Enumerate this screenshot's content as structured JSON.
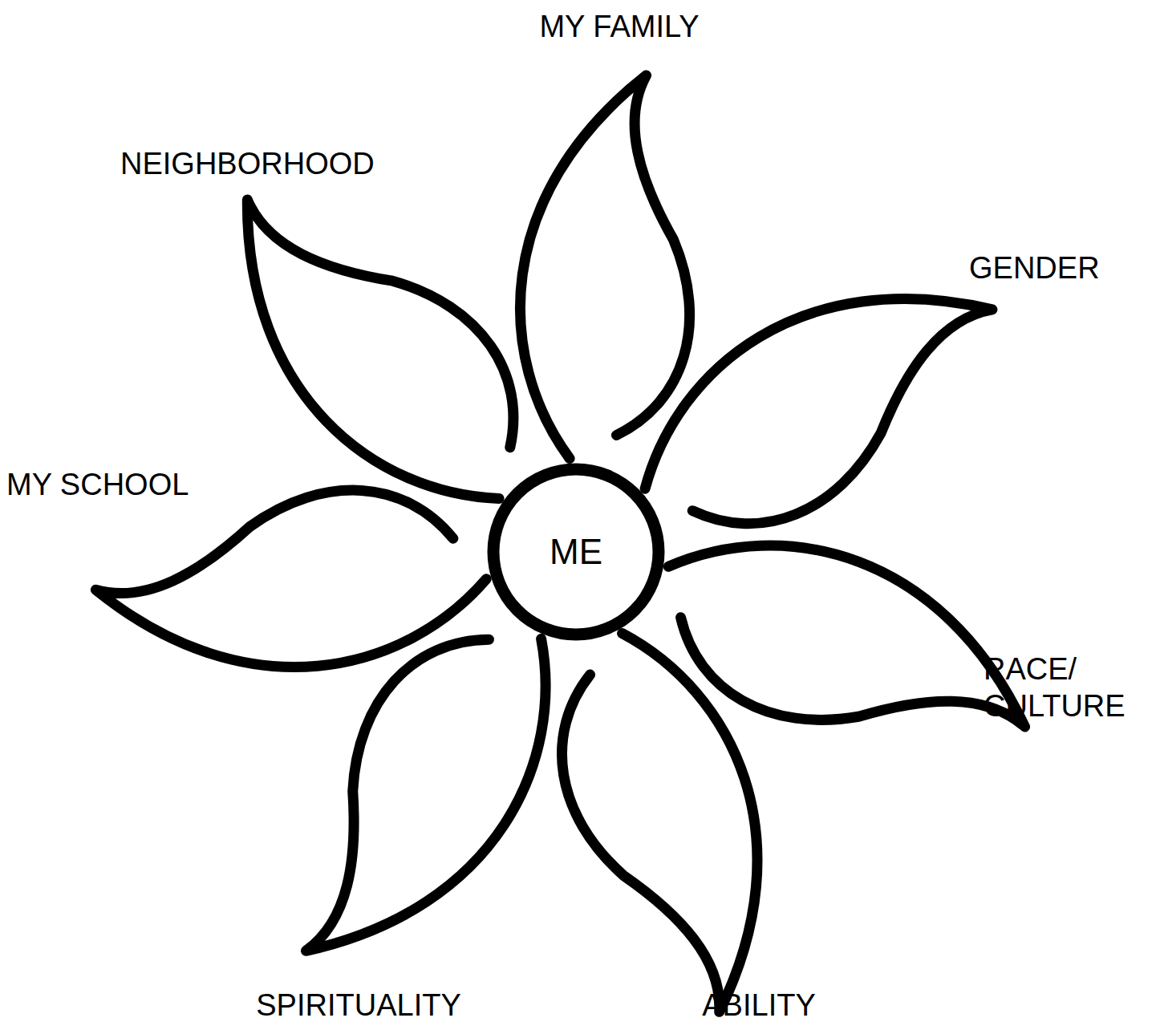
{
  "diagram": {
    "nodes": [
      {
        "text": [
          "ME"
        ]
      }
    ],
    "labels": [
      "MY FAMILY",
      "GENDER",
      "RACE/ CULTURE",
      "ABILITY",
      "SPIRITUALITY",
      "MY SCHOOL",
      "NEIGHBORHOOD"
    ]
  }
}
